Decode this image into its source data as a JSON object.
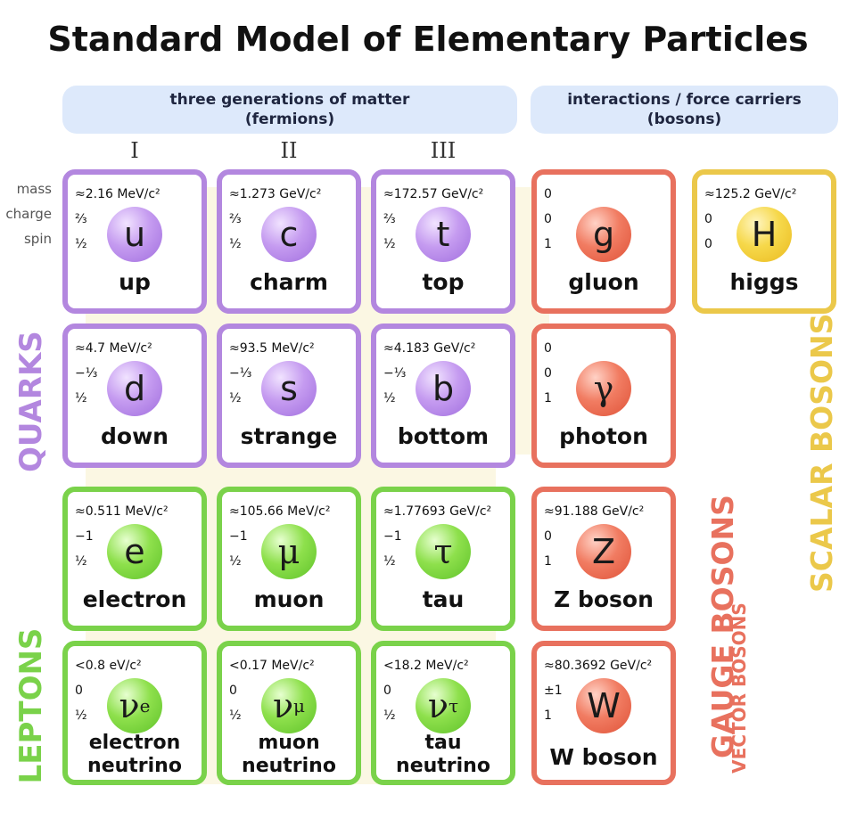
{
  "title": "Standard Model of Elementary Particles",
  "headers": {
    "fermions_line1": "three generations of matter",
    "fermions_line2": "(fermions)",
    "bosons_line1": "interactions / force carriers",
    "bosons_line2": "(bosons)"
  },
  "generations": [
    "I",
    "II",
    "III"
  ],
  "row_labels": {
    "mass": "mass",
    "charge": "charge",
    "spin": "spin"
  },
  "group_labels": {
    "quarks": "QUARKS",
    "leptons": "LEPTONS",
    "gauge_bosons": "GAUGE BOSONS",
    "vector_bosons": "VECTOR BOSONS",
    "scalar_bosons": "SCALAR BOSONS"
  },
  "colors": {
    "quark": "#b387df",
    "lepton": "#7ad24a",
    "gauge": "#e8715e",
    "scalar": "#ebc84a",
    "header_bg": "#dde9fb"
  },
  "particles": {
    "up": {
      "mass": "≈2.16 MeV/c²",
      "charge": "⅔",
      "spin": "½",
      "symbol": "u",
      "name": "up"
    },
    "charm": {
      "mass": "≈1.273 GeV/c²",
      "charge": "⅔",
      "spin": "½",
      "symbol": "c",
      "name": "charm"
    },
    "top": {
      "mass": "≈172.57 GeV/c²",
      "charge": "⅔",
      "spin": "½",
      "symbol": "t",
      "name": "top"
    },
    "gluon": {
      "mass": "0",
      "charge": "0",
      "spin": "1",
      "symbol": "g",
      "name": "gluon"
    },
    "higgs": {
      "mass": "≈125.2 GeV/c²",
      "charge": "0",
      "spin": "0",
      "symbol": "H",
      "name": "higgs"
    },
    "down": {
      "mass": "≈4.7 MeV/c²",
      "charge": "−⅓",
      "spin": "½",
      "symbol": "d",
      "name": "down"
    },
    "strange": {
      "mass": "≈93.5 MeV/c²",
      "charge": "−⅓",
      "spin": "½",
      "symbol": "s",
      "name": "strange"
    },
    "bottom": {
      "mass": "≈4.183 GeV/c²",
      "charge": "−⅓",
      "spin": "½",
      "symbol": "b",
      "name": "bottom"
    },
    "photon": {
      "mass": "0",
      "charge": "0",
      "spin": "1",
      "symbol": "γ",
      "name": "photon"
    },
    "electron": {
      "mass": "≈0.511 MeV/c²",
      "charge": "−1",
      "spin": "½",
      "symbol": "e",
      "name": "electron"
    },
    "muon": {
      "mass": "≈105.66 MeV/c²",
      "charge": "−1",
      "spin": "½",
      "symbol": "μ",
      "name": "muon"
    },
    "tau": {
      "mass": "≈1.77693 GeV/c²",
      "charge": "−1",
      "spin": "½",
      "symbol": "τ",
      "name": "tau"
    },
    "zboson": {
      "mass": "≈91.188 GeV/c²",
      "charge": "0",
      "spin": "1",
      "symbol": "Z",
      "name": "Z boson"
    },
    "enu": {
      "mass": "<0.8 eV/c²",
      "charge": "0",
      "spin": "½",
      "symbol": "ν",
      "sub": "e",
      "name1": "electron",
      "name2": "neutrino"
    },
    "munu": {
      "mass": "<0.17 MeV/c²",
      "charge": "0",
      "spin": "½",
      "symbol": "ν",
      "sub": "μ",
      "name1": "muon",
      "name2": "neutrino"
    },
    "taunu": {
      "mass": "<18.2 MeV/c²",
      "charge": "0",
      "spin": "½",
      "symbol": "ν",
      "sub": "τ",
      "name1": "tau",
      "name2": "neutrino"
    },
    "wboson": {
      "mass": "≈80.3692 GeV/c²",
      "charge": "±1",
      "spin": "1",
      "symbol": "W",
      "name": "W boson"
    }
  }
}
